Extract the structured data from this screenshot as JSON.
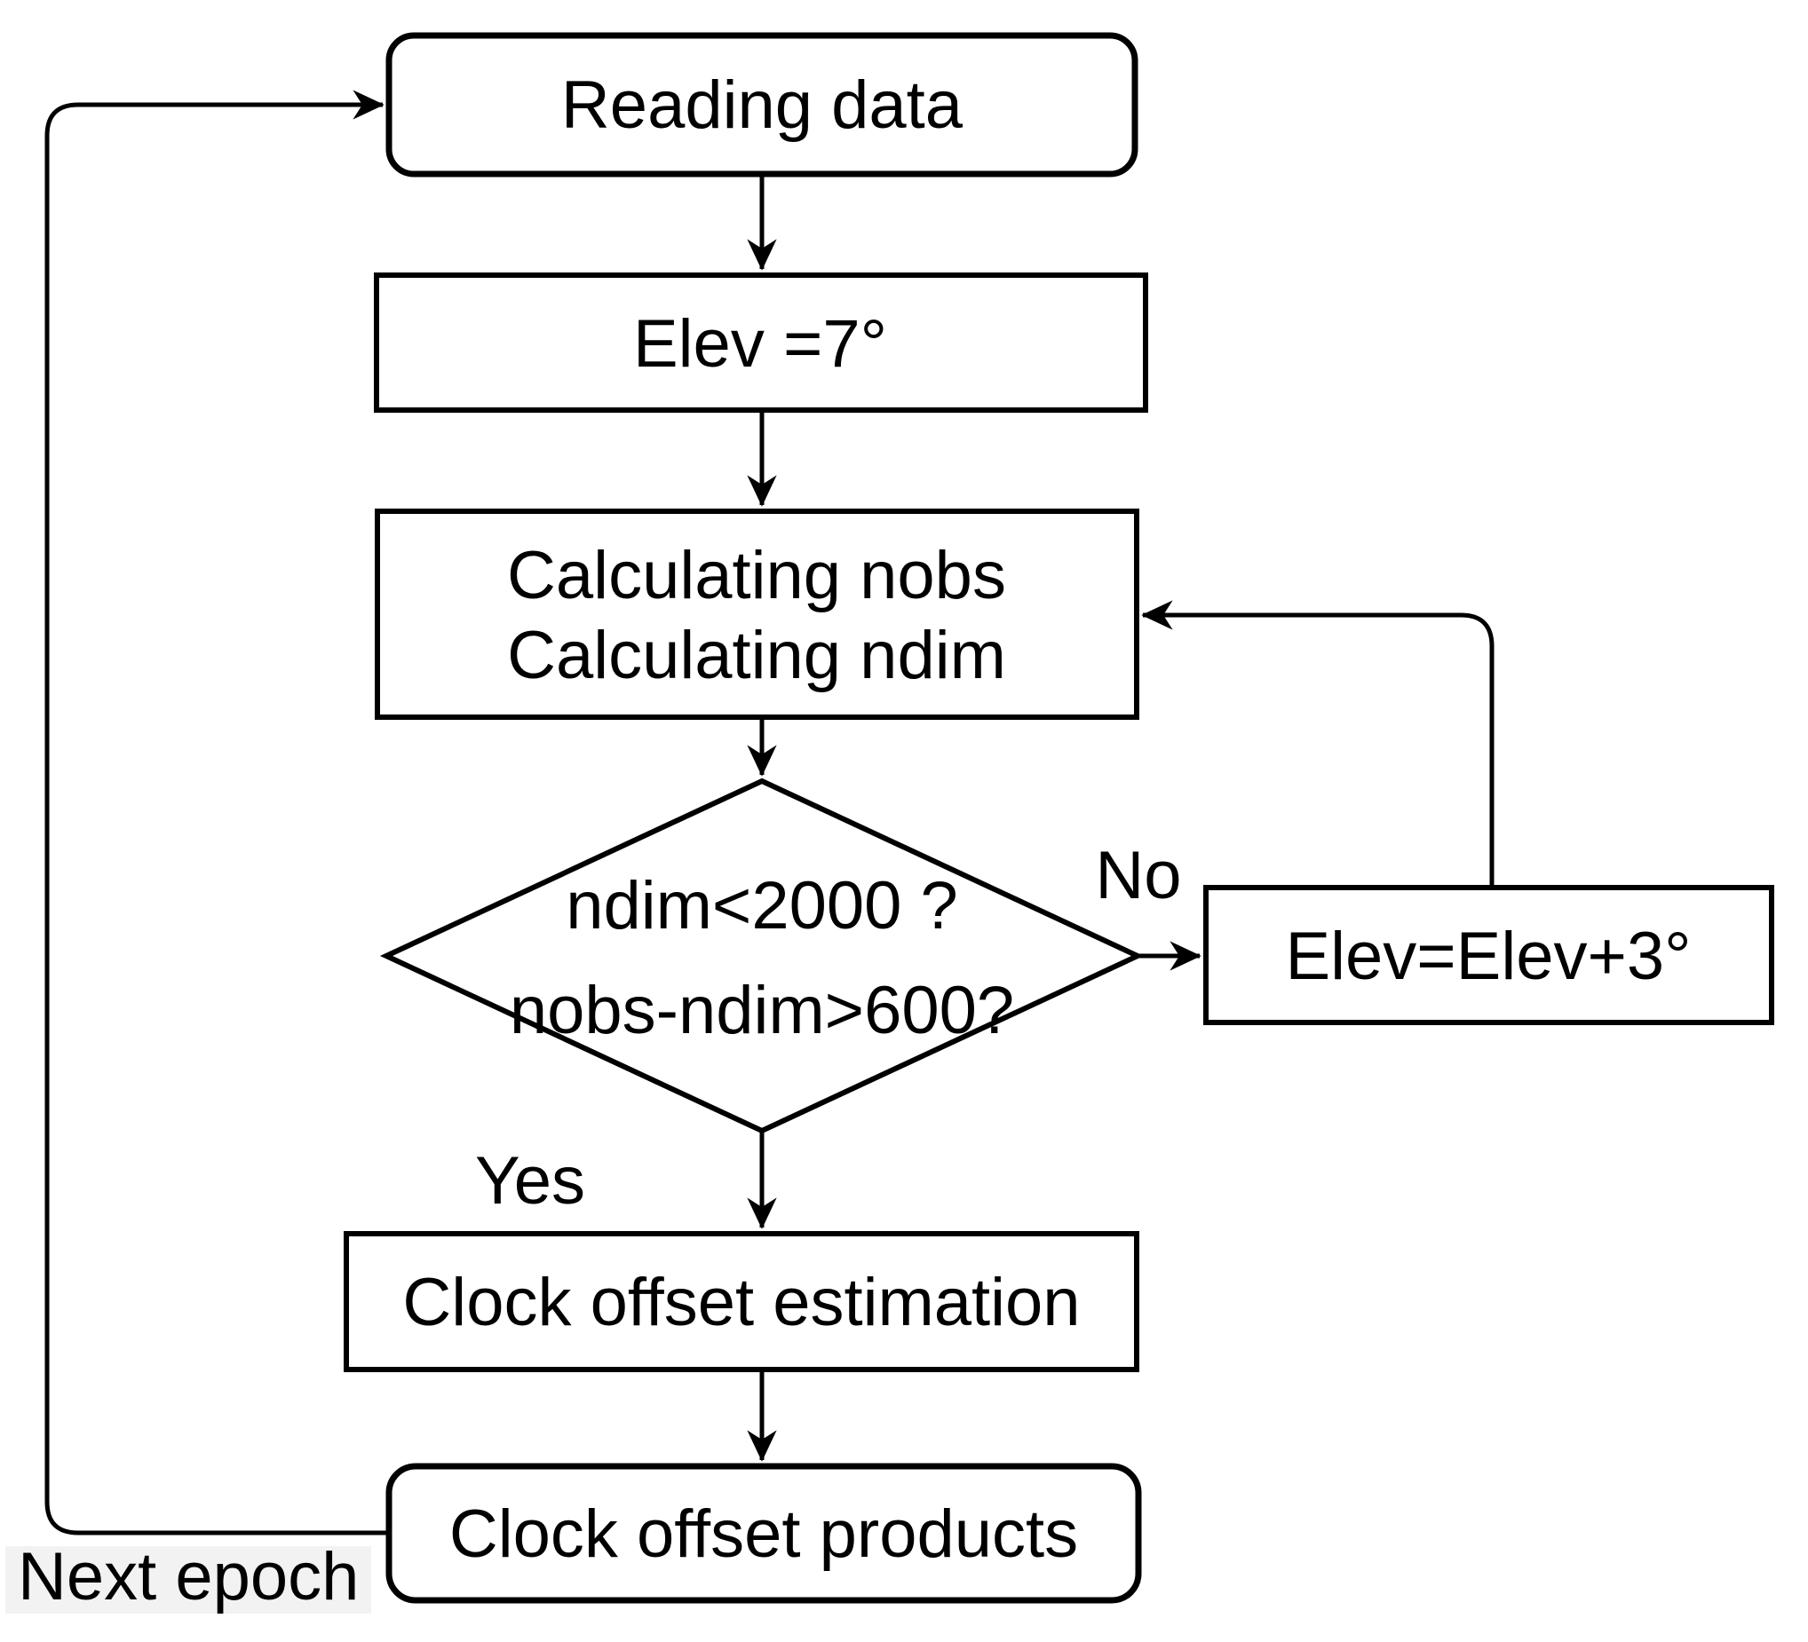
{
  "diagram": {
    "nodes": {
      "reading": {
        "label": "Reading data"
      },
      "elev_init": {
        "label": "Elev =7°"
      },
      "calculating": {
        "line1": "Calculating nobs",
        "line2": "Calculating ndim"
      },
      "decision": {
        "line1": "ndim<2000 ?",
        "line2": "nobs-ndim>600?"
      },
      "elev_increment": {
        "label": "Elev=Elev+3°"
      },
      "estimation": {
        "label": "Clock offset estimation"
      },
      "products": {
        "label": "Clock offset products"
      }
    },
    "edge_labels": {
      "no": "No",
      "yes": "Yes",
      "next_epoch": "Next epoch"
    },
    "colors": {
      "stroke": "#000000",
      "background": "#ffffff",
      "text": "#000000",
      "next_epoch_highlight": "#f2f2f2"
    }
  }
}
